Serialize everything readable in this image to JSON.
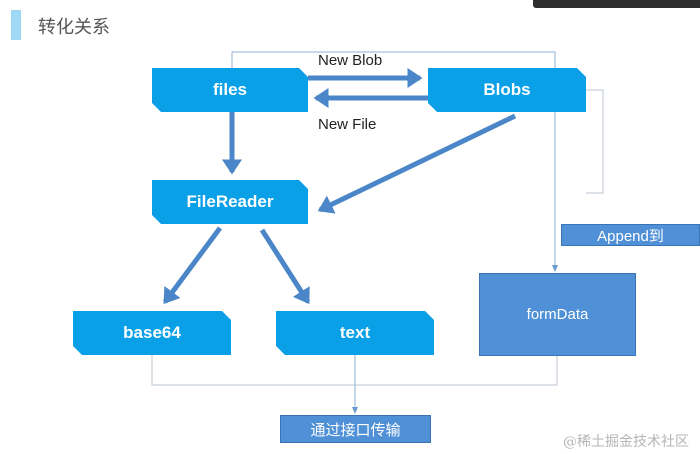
{
  "header": {
    "title": "转化关系",
    "accent_color": "#9fd8f5"
  },
  "nodes": {
    "files": "files",
    "blobs": "Blobs",
    "filereader": "FileReader",
    "base64": "base64",
    "text": "text",
    "formdata": "formData"
  },
  "labels": {
    "new_blob": "New Blob",
    "new_file": "New File",
    "append": "Append到",
    "transfer": "通过接口传输"
  },
  "watermark": "@稀土掘金技术社区",
  "colors": {
    "node": "#0aa0e8",
    "box": "#4f90d6",
    "arrow": "#4a86c8",
    "connector": "#b8c4d0"
  }
}
